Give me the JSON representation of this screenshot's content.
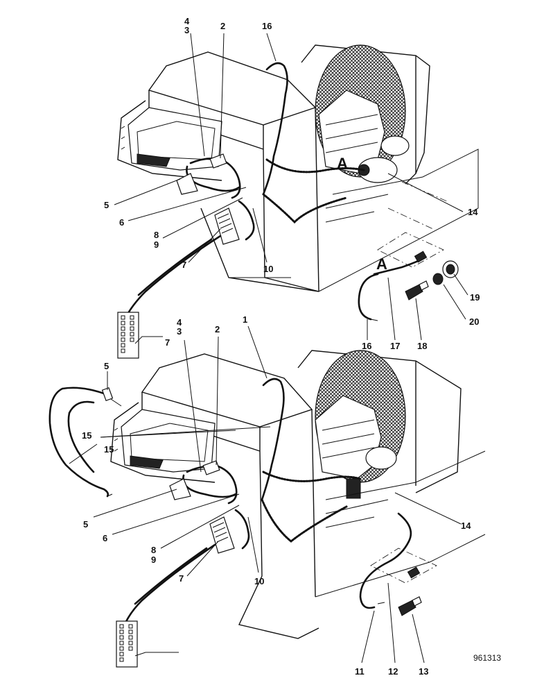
{
  "diagram": {
    "reference_number": "961313",
    "upper_view": {
      "detail_marker": "A",
      "callouts": [
        "4",
        "3",
        "2",
        "16",
        "5",
        "6",
        "8",
        "9",
        "7",
        "10",
        "14",
        "19",
        "20",
        "18",
        "17",
        "16",
        "A"
      ],
      "strip_callout": "7"
    },
    "lower_view": {
      "callouts": [
        "1",
        "4",
        "3",
        "2",
        "5",
        "15",
        "15",
        "5",
        "6",
        "8",
        "9",
        "7",
        "10",
        "14",
        "11",
        "12",
        "13"
      ]
    }
  }
}
